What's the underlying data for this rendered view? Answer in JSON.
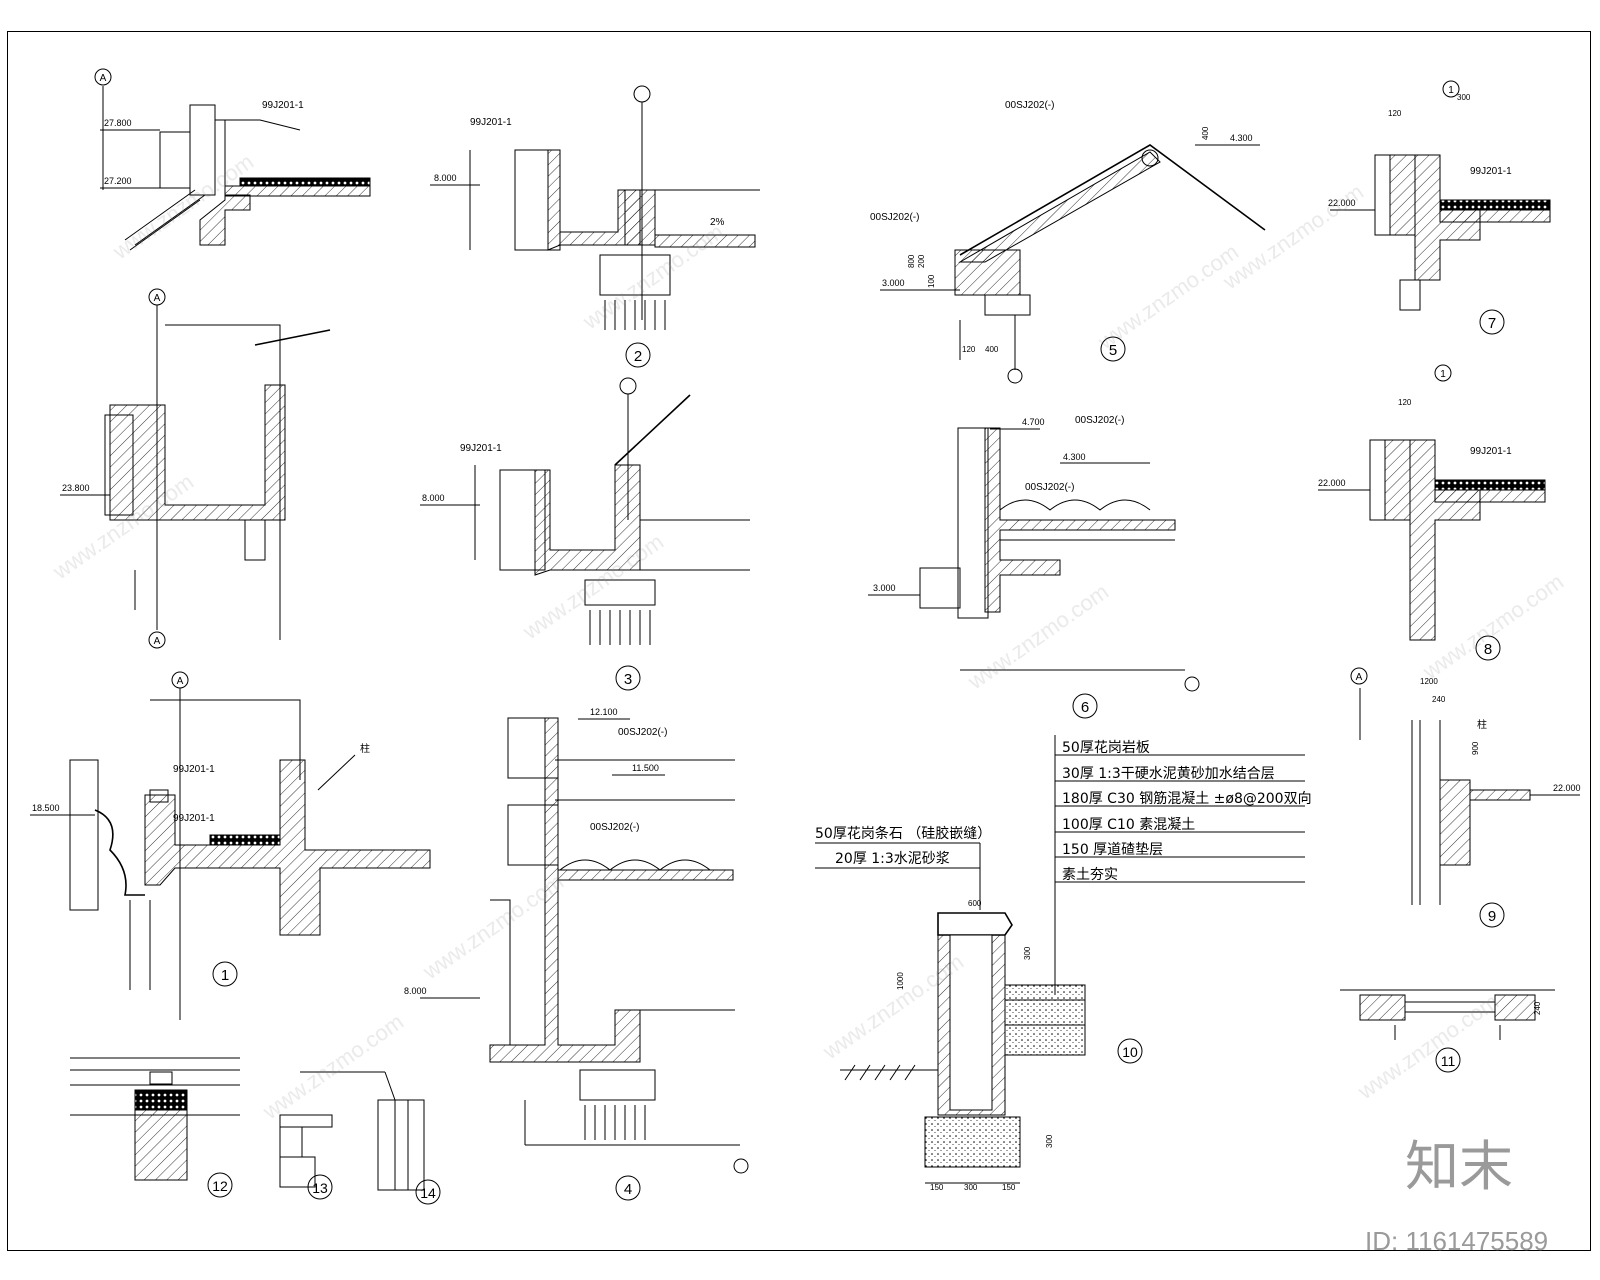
{
  "refs": {
    "d1_top": "99J201-1",
    "d1_mid": "99J201-1",
    "d2": "99J201-1",
    "d3": "99J201-1",
    "d5_top": "00SJ202(-)",
    "d5_left": "00SJ202(-)",
    "d7": "99J201-1",
    "d8": "99J201-1",
    "d6_top": "00SJ202(-)",
    "d6_mid": "00SJ202(-)",
    "d4_top": "00SJ202(-)",
    "d4_mid": "00SJ202(-)"
  },
  "elevations": {
    "e27800": "27.800",
    "e27200": "27.200",
    "e23800": "23.800",
    "e18500": "18.500",
    "e8000a": "8.000",
    "e8000b": "8.000",
    "e8000c": "8.000",
    "e4300": "4.300",
    "e3000a": "3.000",
    "e3000b": "3.000",
    "e4700": "4.700",
    "e4300b": "4.300",
    "e22000a": "22.000",
    "e22000b": "22.000",
    "e22000c": "22.000",
    "e12100": "12.100",
    "e11500": "11.500"
  },
  "dims": {
    "d5_400": "400",
    "d5_120": "120",
    "d5_400b": "400",
    "d7_300": "300",
    "d7_120": "120",
    "d8_120": "120",
    "d9_1200": "1200",
    "d9_240": "240",
    "d9_900": "900",
    "d10_600": "600",
    "d10_1000": "1000",
    "d10_300": "300",
    "d10_150a": "150",
    "d10_300b": "300",
    "d10_150b": "150",
    "d10_300c": "300",
    "d5_800": "800",
    "d5_200": "200",
    "d5_100": "100",
    "slope": "2%",
    "d11_240": "240"
  },
  "labels": {
    "zhu_1": "柱",
    "zhu_9": "柱"
  },
  "spec": {
    "lines": [
      "50厚花岗岩板",
      "30厚 1:3干硬水泥黄砂加水结合层",
      "180厚 C30 钢筋混凝土  ±ø8@200双向",
      "100厚 C10 素混凝土",
      "150 厚道碴垫层",
      "素土夯实"
    ],
    "cap_line1": "50厚花岗条石  （硅胶嵌缝）",
    "cap_line2": "20厚 1:3水泥砂浆"
  },
  "callouts": {
    "c1": "1",
    "c2": "2",
    "c3": "3",
    "c4": "4",
    "c5": "5",
    "c6": "6",
    "c7": "7",
    "c8": "8",
    "c9": "9",
    "c10": "10",
    "c11": "11",
    "c12": "12",
    "c13": "13",
    "c14": "14"
  },
  "axis_marks": {
    "a1": "A",
    "a2": "A",
    "a3": "A",
    "a4": "A",
    "a5": "A",
    "n1": "1",
    "n2": "1"
  },
  "watermark": {
    "logo": "知末",
    "id": "ID: 1161475589",
    "site": "www.znzmo.com"
  }
}
